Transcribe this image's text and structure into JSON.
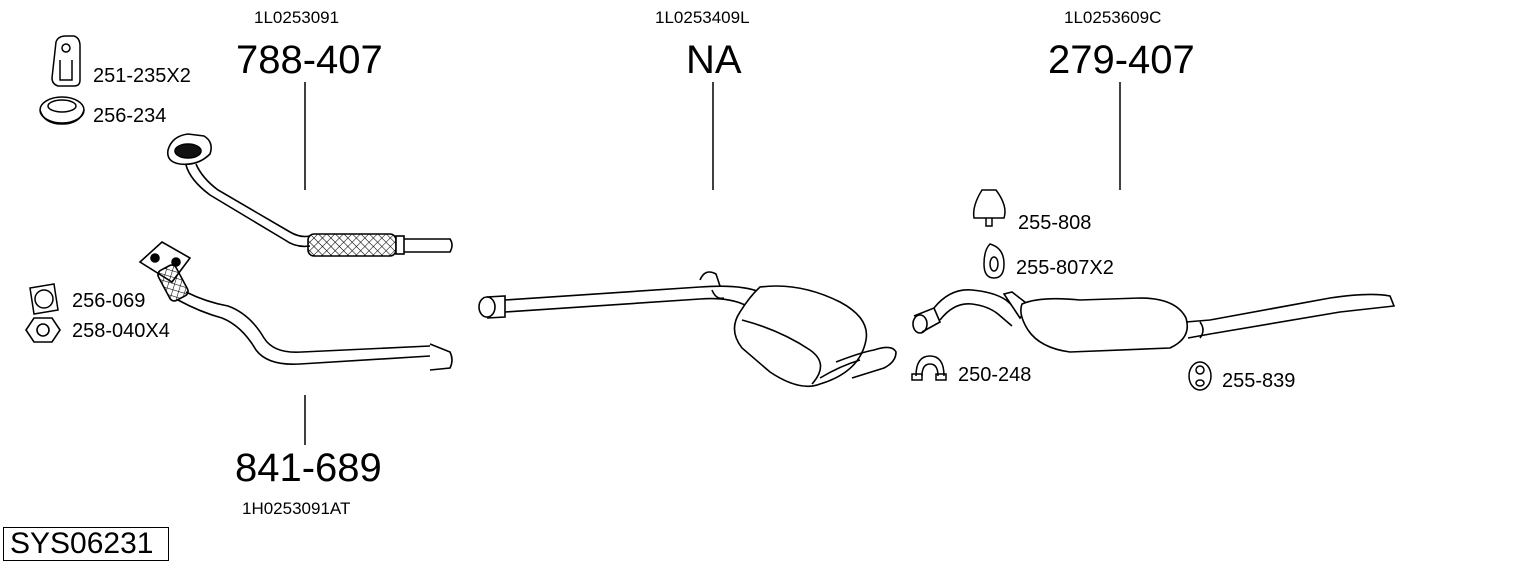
{
  "system_code": "SYS06231",
  "assemblies": [
    {
      "oem": "1L0253091",
      "number": "788-407"
    },
    {
      "oem": "1L0253409L",
      "number": "NA"
    },
    {
      "oem": "1L0253609C",
      "number": "279-407"
    },
    {
      "oem": "1H0253091AT",
      "number": "841-689"
    }
  ],
  "parts": [
    {
      "number": "251-235X2",
      "icon": "bracket-icon"
    },
    {
      "number": "256-234",
      "icon": "gasket-ring-icon"
    },
    {
      "number": "256-069",
      "icon": "flange-gasket-icon"
    },
    {
      "number": "258-040X4",
      "icon": "hex-nut-icon"
    },
    {
      "number": "255-808",
      "icon": "rubber-mount-icon"
    },
    {
      "number": "255-807X2",
      "icon": "rubber-hanger-icon"
    },
    {
      "number": "250-248",
      "icon": "pipe-clamp-icon"
    },
    {
      "number": "255-839",
      "icon": "rubber-ring-icon"
    }
  ]
}
